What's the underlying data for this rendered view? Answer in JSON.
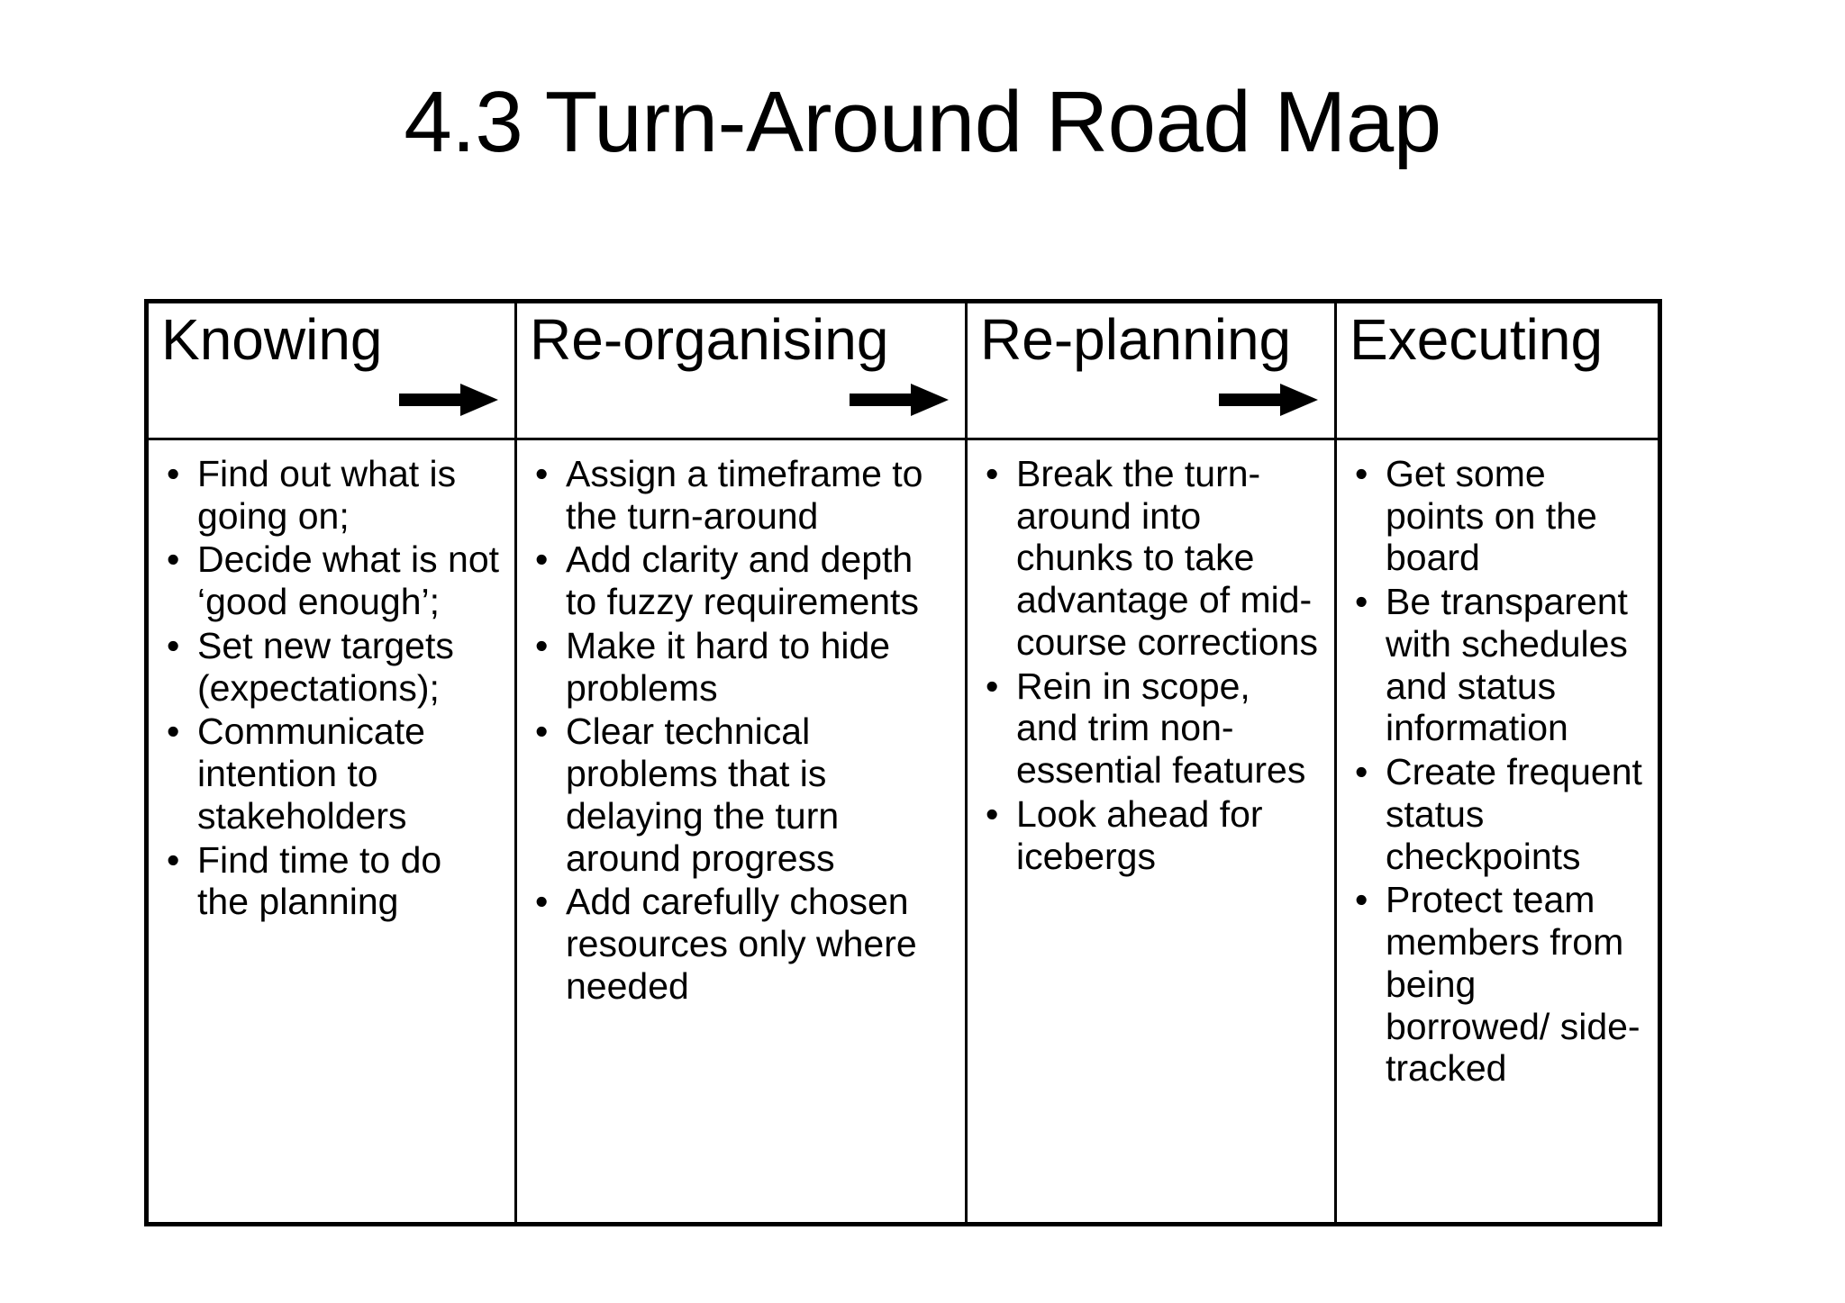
{
  "slide": {
    "title": "4.3 Turn-Around Road Map"
  },
  "table": {
    "columns": [
      {
        "header": "Knowing",
        "has_arrow": true,
        "arrow_icon": "arrow-right-icon",
        "items": [
          "Find out what is going on;",
          "Decide what is not ‘good enough’;",
          "Set new targets (expectations);",
          "Communicate intention to stakeholders",
          "Find time to do the planning"
        ]
      },
      {
        "header": "Re-organising",
        "has_arrow": true,
        "arrow_icon": "arrow-right-icon",
        "items": [
          "Assign a timeframe to the turn-around",
          "Add clarity and depth to fuzzy requirements",
          "Make it hard to hide problems",
          "Clear technical problems that is delaying the turn around progress",
          "Add carefully chosen resources only where needed"
        ]
      },
      {
        "header": "Re-planning",
        "has_arrow": true,
        "arrow_icon": "arrow-right-icon",
        "items": [
          "Break the turn-around into chunks to take advantage of mid-course corrections",
          "Rein in scope, and trim non-essential features",
          "Look ahead for icebergs"
        ]
      },
      {
        "header": "Executing",
        "has_arrow": false,
        "arrow_icon": "",
        "items": [
          "Get some points on the board",
          "Be transparent with schedules and status information",
          "Create frequent status checkpoints",
          "Protect team members from being borrowed/ side-tracked"
        ]
      }
    ],
    "bullet_glyph": "•"
  },
  "colors": {
    "background": "#ffffff",
    "text": "#000000",
    "border": "#000000"
  }
}
